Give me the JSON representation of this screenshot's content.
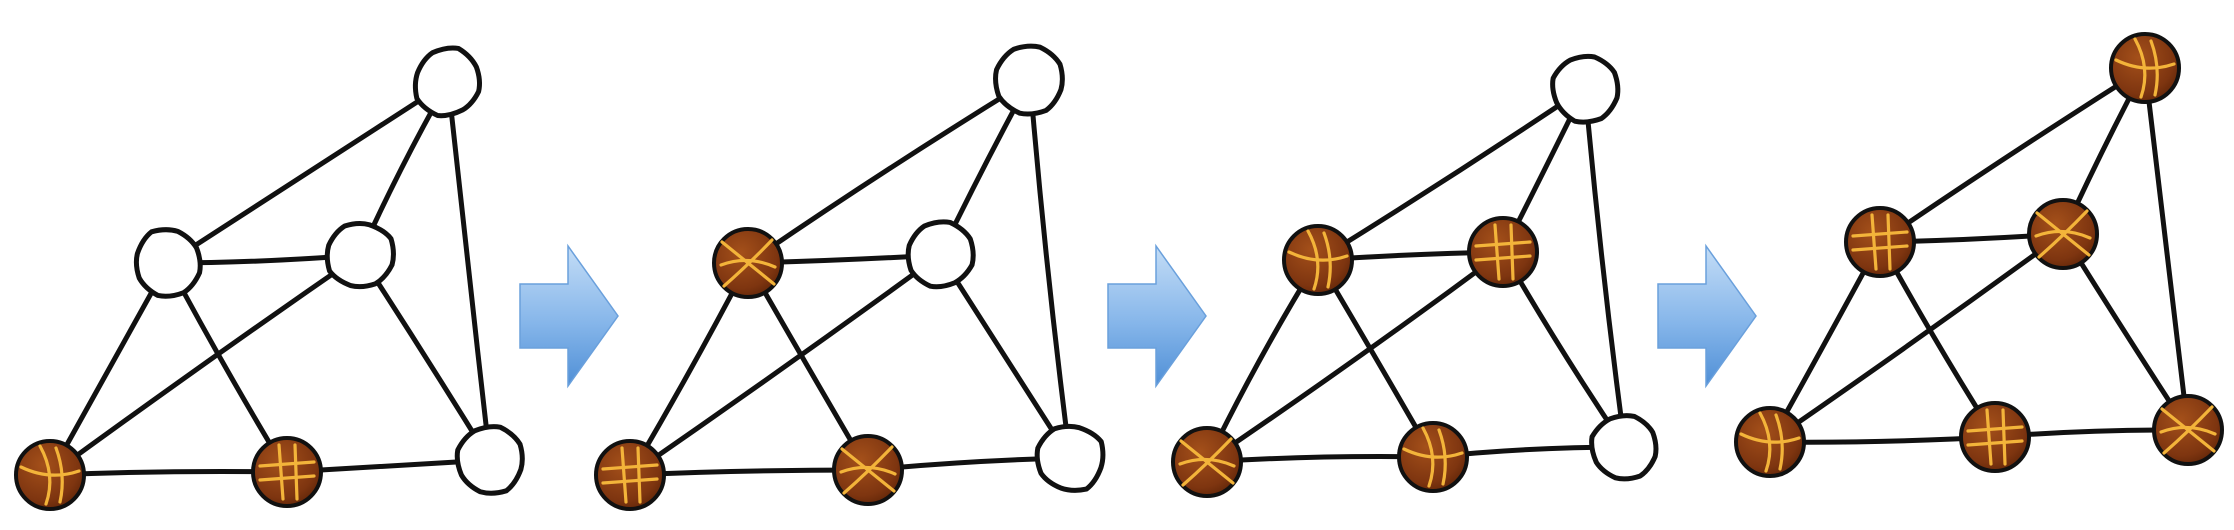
{
  "colors": {
    "background": "#ffffff",
    "ink": "#111111",
    "node_empty_fill": "#ffffff",
    "node_filled_fill": "#8a3a0e",
    "node_filled_edge": "#5a2206",
    "node_pattern": "#f3b43a",
    "arrow_light": "#a9cdf1",
    "arrow_dark": "#4f8fd6"
  },
  "icons": {
    "filled_node": "basketball-icon",
    "empty_node": "empty-circle-icon",
    "step_arrow": "arrow-right-icon"
  },
  "graph": {
    "node_ids": [
      "top",
      "mid_left",
      "mid_right",
      "bottom_left",
      "bottom_mid",
      "bottom_right"
    ],
    "edges": [
      [
        "top",
        "mid_left"
      ],
      [
        "top",
        "mid_right"
      ],
      [
        "top",
        "bottom_right"
      ],
      [
        "mid_left",
        "mid_right"
      ],
      [
        "mid_left",
        "bottom_left"
      ],
      [
        "mid_left",
        "bottom_mid"
      ],
      [
        "mid_right",
        "bottom_left"
      ],
      [
        "mid_right",
        "bottom_right"
      ],
      [
        "bottom_left",
        "bottom_mid"
      ],
      [
        "bottom_mid",
        "bottom_right"
      ]
    ]
  },
  "stages": [
    {
      "filled": [
        "bottom_left",
        "bottom_mid"
      ]
    },
    {
      "filled": [
        "bottom_left",
        "bottom_mid",
        "mid_left"
      ]
    },
    {
      "filled": [
        "bottom_left",
        "bottom_mid",
        "mid_left",
        "mid_right"
      ]
    },
    {
      "filled": [
        "bottom_left",
        "bottom_mid",
        "mid_left",
        "mid_right",
        "top",
        "bottom_right"
      ]
    }
  ],
  "arrow_count": 3
}
